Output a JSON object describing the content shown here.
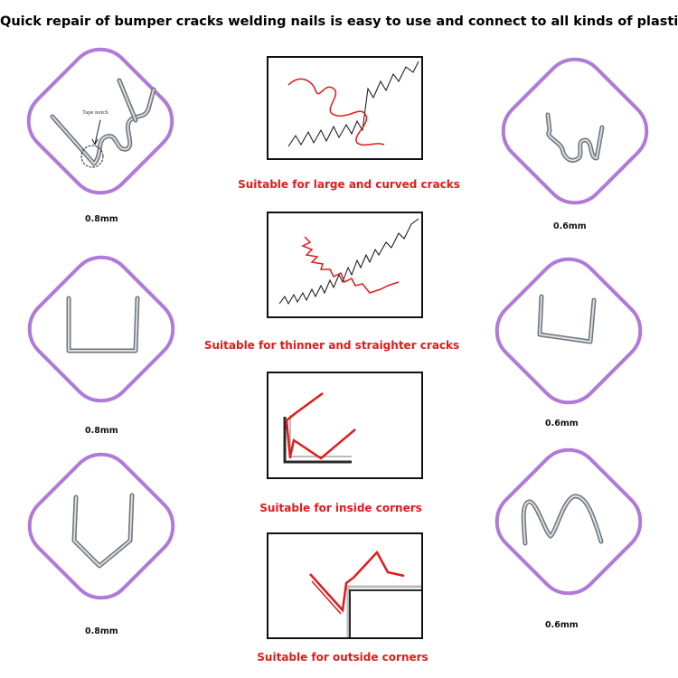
{
  "title": "Quick repair of bumper cracks welding nails is easy to use and connect to all kinds of plastics",
  "accent_color": "#b07ad8",
  "caption_color": "#e11b1b",
  "left_column": [
    {
      "size": "0.8mm",
      "shape": "wave-nail-with-tape-notch",
      "annotation": "Tape notch"
    },
    {
      "size": "0.8mm",
      "shape": "flat-u-staple"
    },
    {
      "size": "0.8mm",
      "shape": "v-staple"
    }
  ],
  "right_column": [
    {
      "size": "0.6mm",
      "shape": "wave-nail"
    },
    {
      "size": "0.6mm",
      "shape": "flat-u-staple"
    },
    {
      "size": "0.6mm",
      "shape": "m-staple"
    }
  ],
  "panels": [
    {
      "caption": "Suitable for large and curved cracks"
    },
    {
      "caption": "Suitable for thinner and straighter cracks"
    },
    {
      "caption": "Suitable for inside corners"
    },
    {
      "caption": "Suitable for outside corners"
    }
  ]
}
